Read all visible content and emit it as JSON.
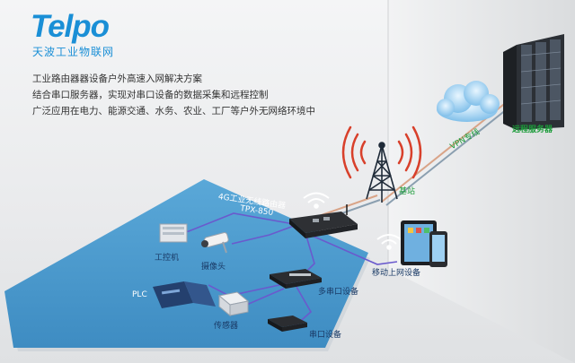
{
  "brand": {
    "logo": "Telpo",
    "subtitle": "天波工业物联网",
    "colors": {
      "brand": "#1a8fd6",
      "floor": "#4f9fd0",
      "link": "#6a5acd"
    }
  },
  "intro": {
    "lines": [
      "工业路由器器设备户外高速入网解决方案",
      "结合串口服务器，实现对串口设备的数据采集和远程控制",
      "广泛应用在电力、能源交通、水务、农业、工厂等户外无网络环境中"
    ]
  },
  "diagram": {
    "server": "远程服务器",
    "vpn": "VPN专线",
    "base_station": "基站",
    "router": "4G工业无线路由器",
    "router_model": "TPX-850",
    "controller": "工控机",
    "camera": "摄像头",
    "multi_serial": "多串口设备",
    "mobile": "移动上网设备",
    "plc": "PLC",
    "sensor": "传感器",
    "serial": "串口设备"
  }
}
